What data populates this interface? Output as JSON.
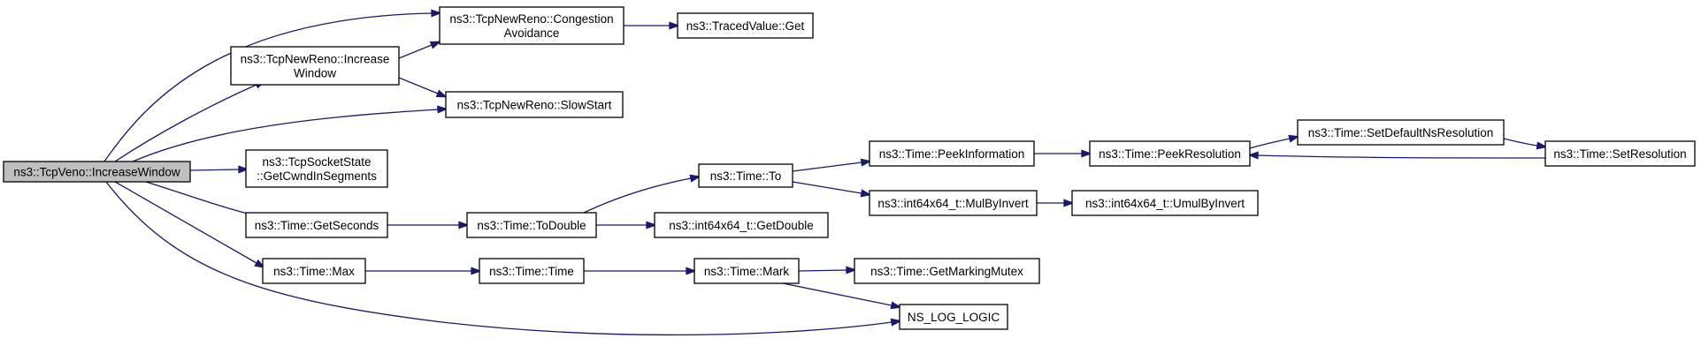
{
  "nodes": {
    "increase_window_veno": [
      "ns3::TcpVeno::IncreaseWindow"
    ],
    "congestion_avoidance": [
      "ns3::TcpNewReno::Congestion",
      "Avoidance"
    ],
    "traced_value_get": [
      "ns3::TracedValue::Get"
    ],
    "increase_window_newreno": [
      "ns3::TcpNewReno::Increase",
      "Window"
    ],
    "slow_start": [
      "ns3::TcpNewReno::SlowStart"
    ],
    "get_cwnd_in_segments": [
      "ns3::TcpSocketState",
      "::GetCwndInSegments"
    ],
    "time_get_seconds": [
      "ns3::Time::GetSeconds"
    ],
    "time_to_double": [
      "ns3::Time::ToDouble"
    ],
    "time_to": [
      "ns3::Time::To"
    ],
    "int64x64_get_double": [
      "ns3::int64x64_t::GetDouble"
    ],
    "peek_information": [
      "ns3::Time::PeekInformation"
    ],
    "peek_resolution": [
      "ns3::Time::PeekResolution"
    ],
    "set_default_ns_resolution": [
      "ns3::Time::SetDefaultNsResolution"
    ],
    "set_resolution": [
      "ns3::Time::SetResolution"
    ],
    "mul_by_invert": [
      "ns3::int64x64_t::MulByInvert"
    ],
    "umul_by_invert": [
      "ns3::int64x64_t::UmulByInvert"
    ],
    "time_max": [
      "ns3::Time::Max"
    ],
    "time_time": [
      "ns3::Time::Time"
    ],
    "time_mark": [
      "ns3::Time::Mark"
    ],
    "get_marking_mutex": [
      "ns3::Time::GetMarkingMutex"
    ],
    "ns_log_logic": [
      "NS_LOG_LOGIC"
    ]
  },
  "edges": [
    [
      "increase_window_veno",
      "congestion_avoidance"
    ],
    [
      "increase_window_veno",
      "increase_window_newreno"
    ],
    [
      "increase_window_veno",
      "slow_start"
    ],
    [
      "increase_window_veno",
      "get_cwnd_in_segments"
    ],
    [
      "increase_window_veno",
      "time_get_seconds"
    ],
    [
      "increase_window_veno",
      "time_max"
    ],
    [
      "increase_window_veno",
      "ns_log_logic"
    ],
    [
      "increase_window_newreno",
      "congestion_avoidance"
    ],
    [
      "increase_window_newreno",
      "slow_start"
    ],
    [
      "congestion_avoidance",
      "traced_value_get"
    ],
    [
      "time_get_seconds",
      "time_to_double"
    ],
    [
      "time_to_double",
      "time_to"
    ],
    [
      "time_to_double",
      "int64x64_get_double"
    ],
    [
      "time_to",
      "peek_information"
    ],
    [
      "time_to",
      "mul_by_invert"
    ],
    [
      "peek_information",
      "peek_resolution"
    ],
    [
      "peek_resolution",
      "set_default_ns_resolution"
    ],
    [
      "set_default_ns_resolution",
      "set_resolution"
    ],
    [
      "set_resolution",
      "peek_resolution"
    ],
    [
      "mul_by_invert",
      "umul_by_invert"
    ],
    [
      "time_max",
      "time_time"
    ],
    [
      "time_time",
      "time_mark"
    ],
    [
      "time_mark",
      "get_marking_mutex"
    ],
    [
      "time_mark",
      "ns_log_logic"
    ]
  ]
}
